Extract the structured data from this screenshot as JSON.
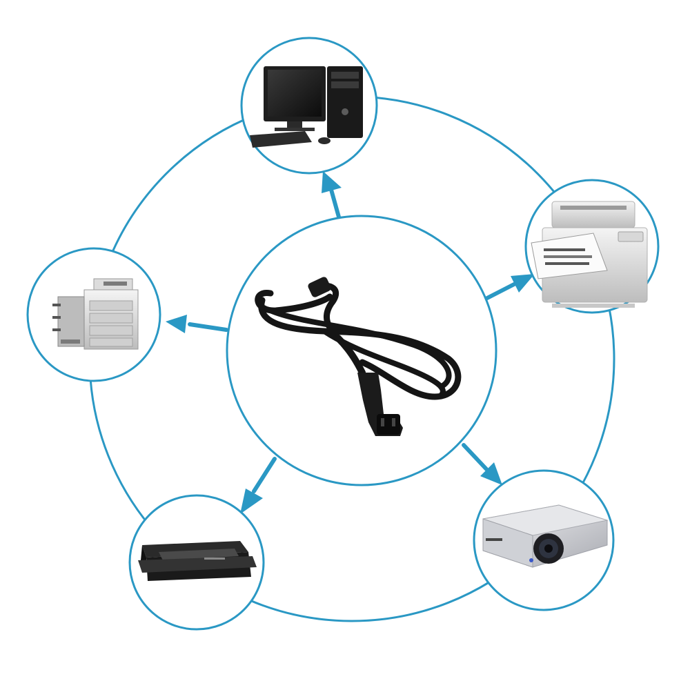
{
  "colors": {
    "ring": "#2a98c4",
    "arrow": "#2a98c4",
    "background": "#ffffff",
    "cable": "#151515"
  },
  "diagram": {
    "center": {
      "icon": "power-cord-icon"
    },
    "nodes": [
      {
        "id": "desktop-pc",
        "icon": "desktop-computer-icon"
      },
      {
        "id": "printer",
        "icon": "printer-icon"
      },
      {
        "id": "projector",
        "icon": "projector-icon"
      },
      {
        "id": "scanner",
        "icon": "flatbed-scanner-icon"
      },
      {
        "id": "copier",
        "icon": "office-copier-icon"
      }
    ]
  }
}
